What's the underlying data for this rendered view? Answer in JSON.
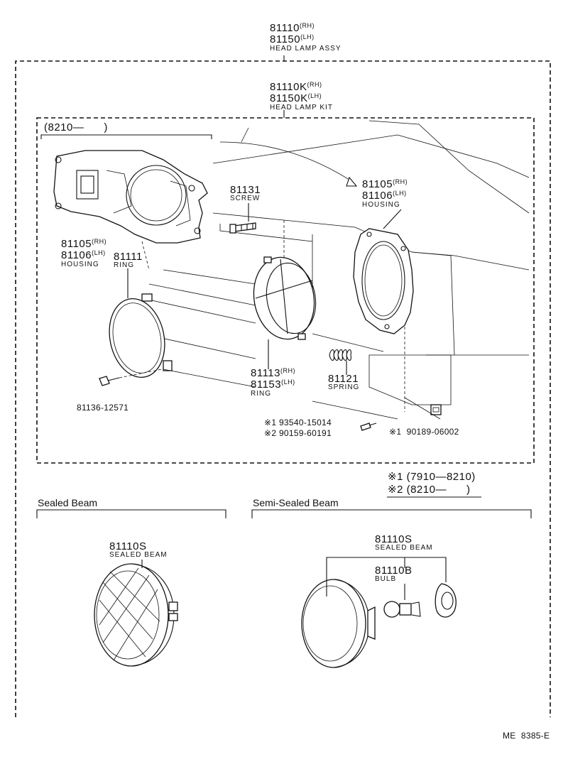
{
  "assy": {
    "pn_rh": "81110",
    "rh": "(RH)",
    "pn_lh": "81150",
    "lh": "(LH)",
    "name": "HEAD LAMP ASSY"
  },
  "kit": {
    "pn_rh": "81110K",
    "rh": "(RH)",
    "pn_lh": "81150K",
    "lh": "(LH)",
    "name": "HEAD LAMP KIT"
  },
  "date_range_top": "(8210—      )",
  "housing_left": {
    "pn_rh": "81105",
    "rh": "(RH)",
    "pn_lh": "81106",
    "lh": "(LH)",
    "name": "HOUSING"
  },
  "housing_right": {
    "pn_rh": "81105",
    "rh": "(RH)",
    "pn_lh": "81106",
    "lh": "(LH)",
    "name": "HOUSING"
  },
  "screw": {
    "pn": "81131",
    "name": "SCREW"
  },
  "ring_left": {
    "pn": "81111",
    "name": "RING"
  },
  "ring_mid": {
    "pn_rh": "81113",
    "rh": "(RH)",
    "pn_lh": "81153",
    "lh": "(LH)",
    "name": "RING"
  },
  "spring": {
    "pn": "81121",
    "name": "SPRING"
  },
  "bolt": {
    "pn": "81136-12571"
  },
  "screw1": {
    "text": "※1 93540-15014"
  },
  "screw2": {
    "text": "※2 90159-60191"
  },
  "nut": {
    "text": "※1  90189-06002"
  },
  "legend": {
    "line1": "※1 (7910—8210)",
    "line2": "※2 (8210—      )"
  },
  "sealed": {
    "header": "Sealed Beam",
    "pn": "81110S",
    "name": "SEALED BEAM"
  },
  "semi": {
    "header": "Semi-Sealed Beam",
    "pn": "81110S",
    "name": "SEALED BEAM",
    "bulb_pn": "81110B",
    "bulb_name": "BULB"
  },
  "figure_code": "ME  8385-E"
}
